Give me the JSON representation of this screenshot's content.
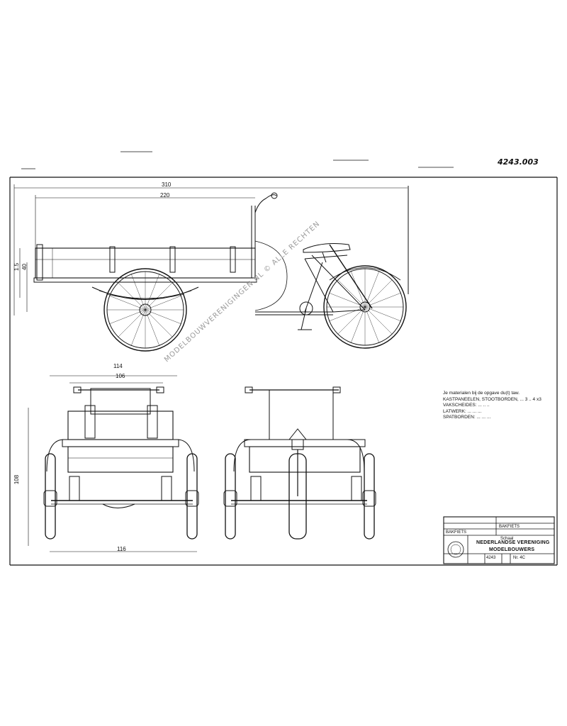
{
  "drawing_number": "4243.003",
  "dimensions": {
    "overall_length": "310",
    "box_length": "220",
    "height_left_a": "1.5",
    "height_left_b": "40",
    "front_width": "114",
    "box_width": "106",
    "front_height": "108",
    "bottom_width": "116"
  },
  "notes": [
    "Je materialen bij de opgave du(t) taw.",
    "KASTPANEELEN, STOOTBORDEN, ... 3 .. 4 x3",
    "VAKSCHEIDES: ... .. ..",
    "LATWERK: ... ... ...",
    "SPATBORDEN: ... ... ..."
  ],
  "title_block": {
    "subject": "BAKFIETS",
    "scale_note": "Schaal",
    "org_line1": "NEDERLANDSE VERENIGING",
    "org_line2": "MODELBOUWERS",
    "sheet_field": "4243",
    "number_field": "Nr. 4C"
  },
  "watermark": "MODELBOUWVERENIGINGEN.NL © ALLE RECHTEN"
}
